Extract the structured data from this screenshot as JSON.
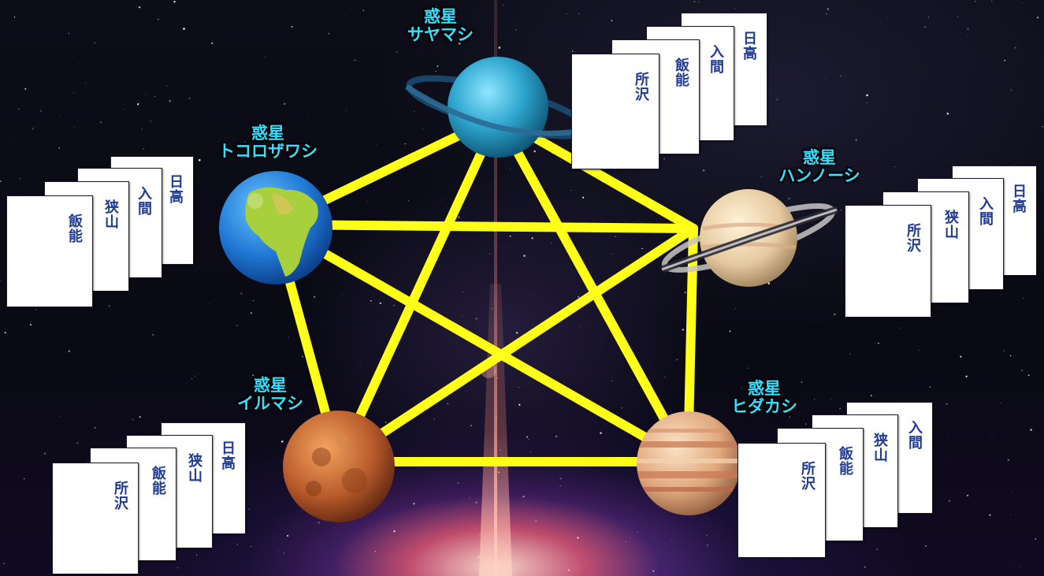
{
  "planets": {
    "sayamashi": {
      "prefix": "惑星",
      "name": "サヤマシ",
      "icon": "ringed-blue-planet-icon",
      "cards": [
        "所沢",
        "飯能",
        "入間",
        "日高"
      ]
    },
    "tokorozawashi": {
      "prefix": "惑星",
      "name": "トコロザワシ",
      "icon": "earth-icon",
      "cards": [
        "飯能",
        "狭山",
        "入間",
        "日高"
      ]
    },
    "hannoshi": {
      "prefix": "惑星",
      "name": "ハンノーシ",
      "icon": "saturn-icon",
      "cards": [
        "所沢",
        "狭山",
        "入間",
        "日高"
      ]
    },
    "irumashi": {
      "prefix": "惑星",
      "name": "イルマシ",
      "icon": "mars-icon",
      "cards": [
        "所沢",
        "飯能",
        "狭山",
        "日高"
      ]
    },
    "hidakashi": {
      "prefix": "惑星",
      "name": "ヒダカシ",
      "icon": "jupiter-icon",
      "cards": [
        "所沢",
        "飯能",
        "狭山",
        "入間"
      ]
    }
  },
  "colors": {
    "connector": "#ffff1a",
    "label": "#33e0ff",
    "card_text": "#1f3b94"
  }
}
